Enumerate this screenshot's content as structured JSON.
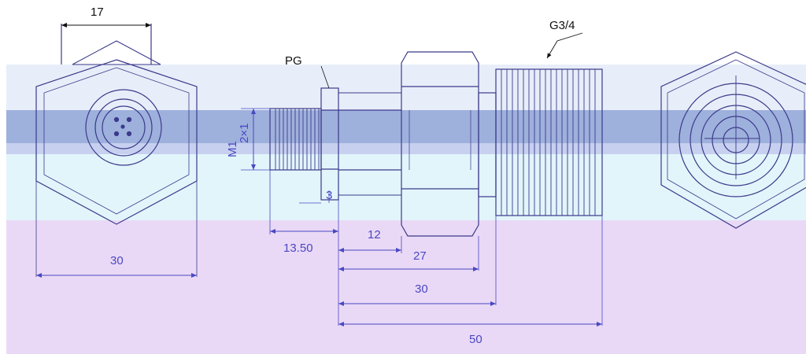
{
  "drawing": {
    "dimensions": {
      "top_width": "17",
      "left_width": "30",
      "thread_spec": "G3/4",
      "connector": "PG",
      "m_label": "M1",
      "m_pitch": "2×1",
      "step": "3",
      "d13": "13.50",
      "d12": "12",
      "d27": "27",
      "d30": "30",
      "d50": "50"
    },
    "colors": {
      "line": "#3b3a8a",
      "dimension_text": "#4a48c2",
      "band_light": "#e8eef9",
      "band_mid": "#9eb0dc",
      "band_cyan": "#e2f5fb",
      "band_lilac": "#ead9f6"
    }
  }
}
